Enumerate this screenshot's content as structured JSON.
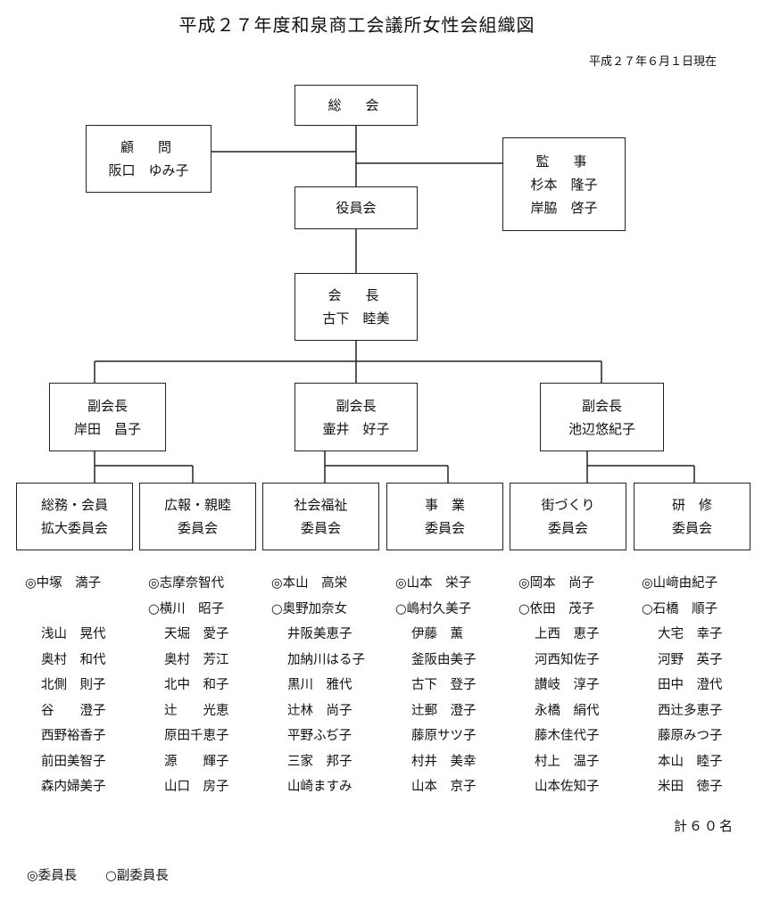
{
  "title": "平成２７年度和泉商工会議所女性会組織図",
  "date": "平成２７年６月１日現在",
  "nodes": {
    "general_meeting": {
      "label": "総　会"
    },
    "advisor": {
      "label": "顧　問",
      "member": "阪口　ゆみ子"
    },
    "auditors": {
      "label": "監　事",
      "members": [
        "杉本　隆子",
        "岸脇　啓子"
      ]
    },
    "board": {
      "label": "役員会"
    },
    "president": {
      "label": "会　長",
      "member": "古下　睦美"
    },
    "vice_presidents": [
      {
        "label": "副会長",
        "member": "岸田　昌子"
      },
      {
        "label": "副会長",
        "member": "壷井　好子"
      },
      {
        "label": "副会長",
        "member": "池辺悠紀子"
      }
    ],
    "committees": [
      {
        "line1": "総務・会員",
        "line2": "拡大委員会"
      },
      {
        "line1": "広報・親睦",
        "line2": "委員会"
      },
      {
        "line1": "社会福祉",
        "line2": "委員会"
      },
      {
        "line1": "事　業",
        "line2": "委員会"
      },
      {
        "line1": "街づくり",
        "line2": "委員会"
      },
      {
        "line1": "研　修",
        "line2": "委員会"
      }
    ]
  },
  "members": [
    [
      "◎中塚　満子",
      "",
      "浅山　晃代",
      "奥村　和代",
      "北側　則子",
      "谷　　澄子",
      "西野裕香子",
      "前田美智子",
      "森内婦美子"
    ],
    [
      "◎志摩奈智代",
      "○横川　昭子",
      "天堀　愛子",
      "奥村　芳江",
      "北中　和子",
      "辻　　光恵",
      "原田千恵子",
      "源　　輝子",
      "山口　房子"
    ],
    [
      "◎本山　高栄",
      "○奥野加奈女",
      "井阪美恵子",
      "加納川はる子",
      "黒川　雅代",
      "辻林　尚子",
      "平野ふぢ子",
      "三家　邦子",
      "山崎ますみ"
    ],
    [
      "◎山本　栄子",
      "○嶋村久美子",
      "伊藤　薫",
      "釜阪由美子",
      "古下　登子",
      "辻郵　澄子",
      "藤原サツ子",
      "村井　美幸",
      "山本　京子"
    ],
    [
      "◎岡本　尚子",
      "○依田　茂子",
      "上西　恵子",
      "河西知佐子",
      "讃岐　淳子",
      "永橋　絹代",
      "藤木佳代子",
      "村上　温子",
      "山本佐知子"
    ],
    [
      "◎山﨑由紀子",
      "○石橋　順子",
      "大宅　幸子",
      "河野　英子",
      "田中　澄代",
      "西辻多恵子",
      "藤原みつ子",
      "本山　睦子",
      "米田　徳子"
    ]
  ],
  "total": "計６０名",
  "legend": {
    "chair": "◎委員長",
    "vice_chair": "○副委員長"
  }
}
